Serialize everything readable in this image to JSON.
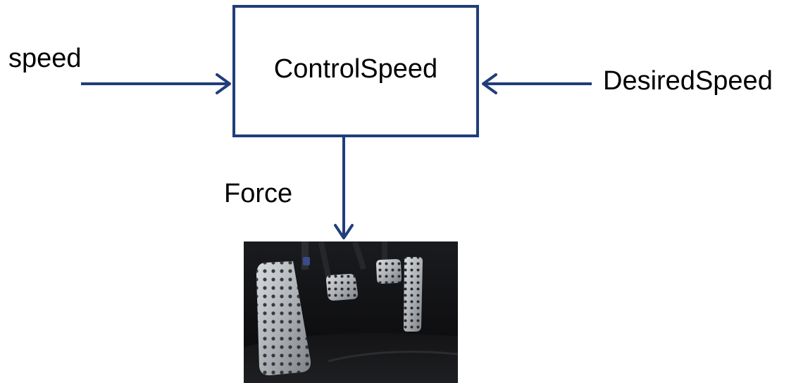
{
  "diagram": {
    "block": {
      "label": "ControlSpeed"
    },
    "inputs": [
      {
        "label": "speed",
        "side": "left"
      },
      {
        "label": "DesiredSpeed",
        "side": "right"
      }
    ],
    "output": {
      "label": "Force",
      "target": "pedals-photo"
    },
    "colors": {
      "line": "#1f3e7a",
      "text": "#000000",
      "photo_background": "#0d0d0f",
      "pedal_metal": "#b9bcbf"
    },
    "photo": {
      "subject": "car-pedals-icon"
    }
  }
}
